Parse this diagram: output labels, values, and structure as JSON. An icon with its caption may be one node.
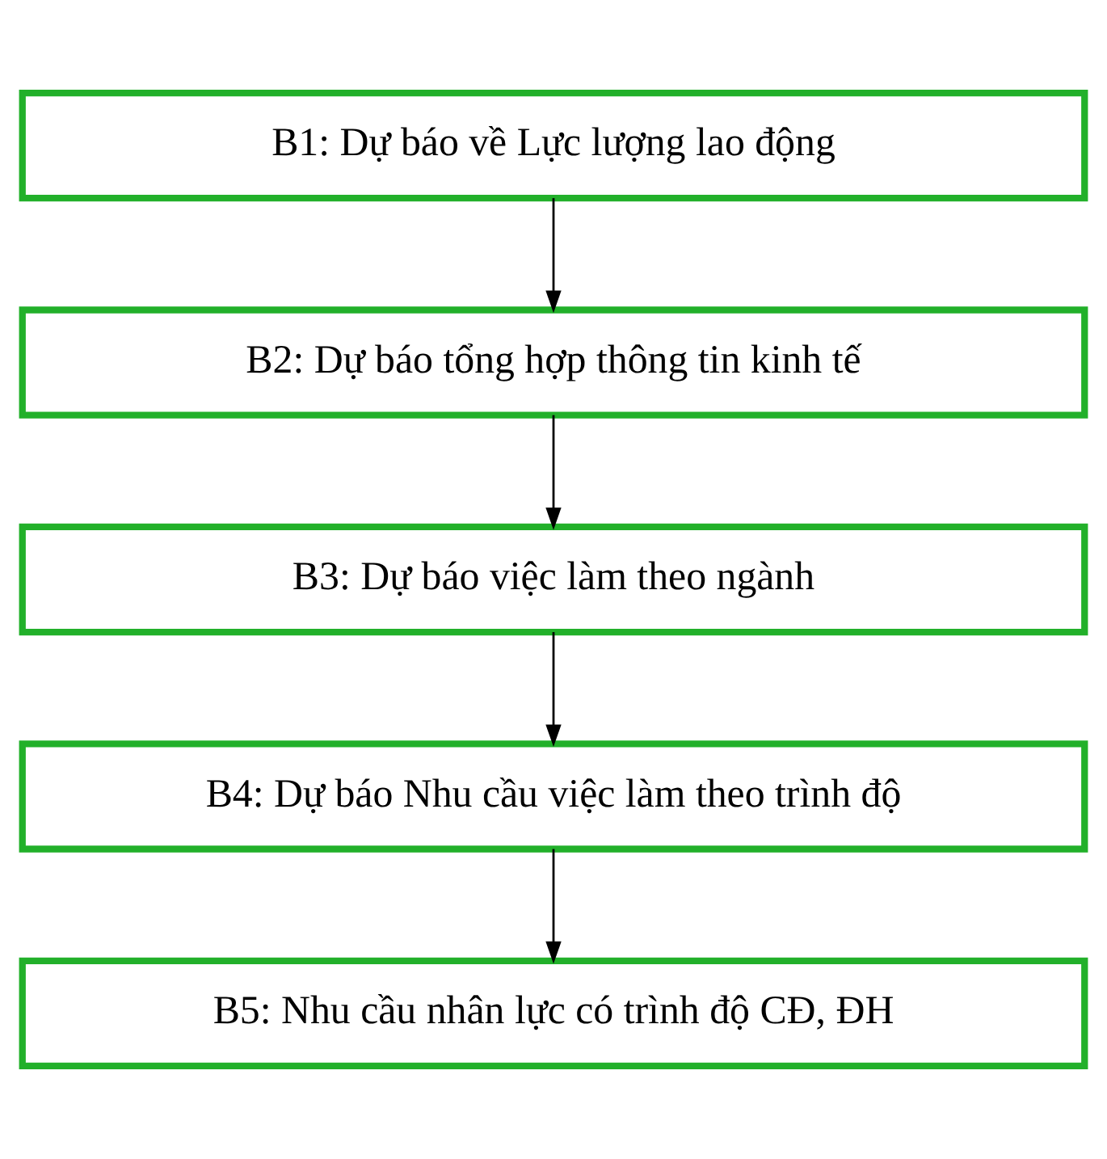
{
  "diagram": {
    "nodes": [
      {
        "text": [
          "B1: Dự báo về Lực lượng lao động"
        ]
      },
      {
        "text": [
          "B2: Dự báo tổng hợp thông tin kinh tế"
        ]
      },
      {
        "text": [
          "B3: Dự báo việc làm theo ngành"
        ]
      },
      {
        "text": [
          "B4: Dự báo Nhu cầu việc làm theo trình độ"
        ]
      },
      {
        "text": [
          "B5: Nhu cầu nhân lực có trình độ CĐ, ĐH"
        ]
      }
    ],
    "edges": [
      {
        "from": 0,
        "to": 1,
        "arrow": "to"
      },
      {
        "from": 1,
        "to": 2,
        "arrow": "to"
      },
      {
        "from": 2,
        "to": 3,
        "arrow": "to"
      },
      {
        "from": 3,
        "to": 4,
        "arrow": "to"
      }
    ]
  }
}
